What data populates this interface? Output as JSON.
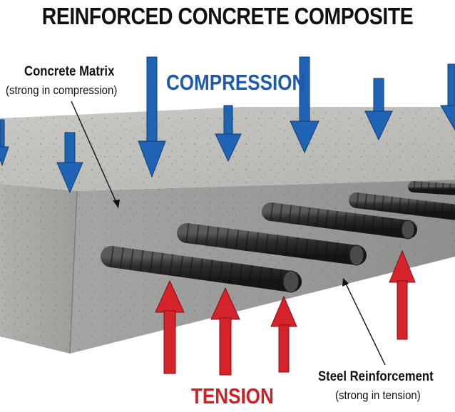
{
  "title": "REINFORCED CONCRETE COMPOSITE",
  "labels": {
    "concrete_matrix": "Concrete Matrix",
    "concrete_matrix_note": "(strong in compression)",
    "compression": "COMPRESSION",
    "tension": "TENSION",
    "steel_reinforcement": "Steel Reinforcement",
    "steel_reinforcement_note": "(strong in tension)"
  },
  "colors": {
    "compression_arrow": "#1f63b5",
    "tension_arrow": "#d4232a",
    "concrete": "#a9a9a7",
    "rebar": "#2b2b2b"
  },
  "icons": {
    "compression_arrow": "arrow-down-icon",
    "tension_arrow": "arrow-up-icon"
  }
}
